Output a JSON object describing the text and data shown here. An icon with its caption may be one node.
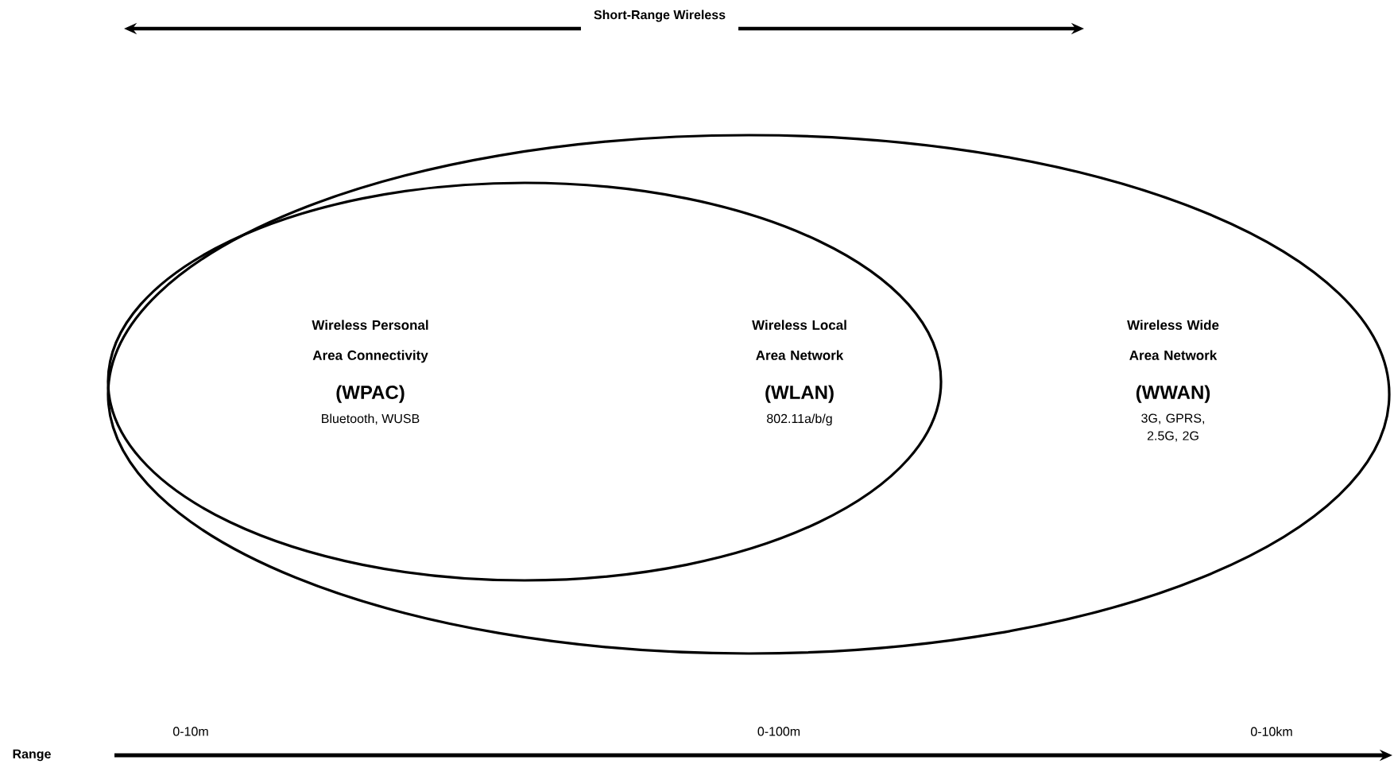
{
  "diagram": {
    "nodes": [
      {
        "text": [
          "Wireless Wide Area Network",
          "(WWAN)",
          "3G, GPRS, 2.5G, 2G"
        ]
      },
      {
        "text": [
          "Wireless Personal Area Connectivity",
          "(WPAC)",
          "Bluetooth, WUSB",
          "Wireless Local Area Network",
          "(WLAN)",
          "802.11a/b/g"
        ],
        "in": 0
      }
    ],
    "labels": [
      "Short-Range Wireless",
      "Range",
      "0-10m",
      "0-100m",
      "0-10km"
    ]
  }
}
